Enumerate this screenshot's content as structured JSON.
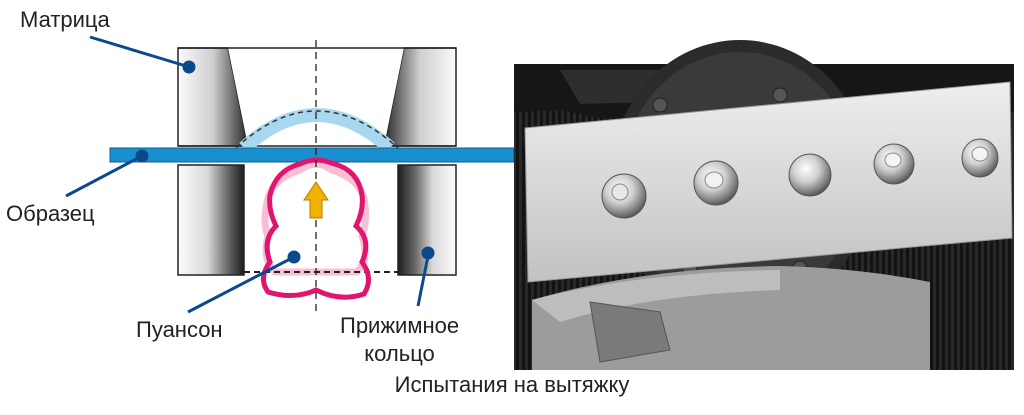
{
  "labels": {
    "die": "Матрица",
    "specimen": "Образец",
    "punch": "Пуансон",
    "ring_line1": "Прижимное",
    "ring_line2": "кольцо"
  },
  "caption": "Испытания на вытяжку",
  "colors": {
    "leader": "#0a4a8c",
    "specimen": "#1a8fcf",
    "dome": "#a8d8f0",
    "punch_outline": "#e0156e",
    "punch_ghost": "#f6b8d2",
    "arrow": "#f2b200",
    "block_light": "#fafafa",
    "block_dark": "#202020"
  },
  "photo": {
    "cup_count": 5
  }
}
